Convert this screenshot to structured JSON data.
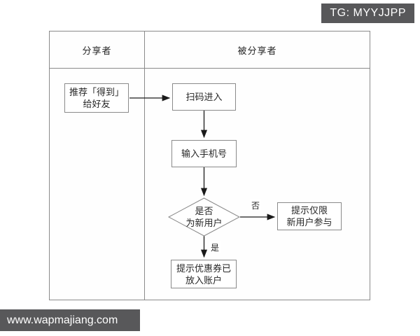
{
  "watermarks": {
    "top": "TG: MYYJJPP",
    "bottom": "www.wapmajiang.com"
  },
  "diagram": {
    "lanes": [
      {
        "label": "分享者"
      },
      {
        "label": "被分享者"
      }
    ],
    "nodes": {
      "share": {
        "type": "process",
        "label": "推荐「得到」\n给好友"
      },
      "scan": {
        "type": "process",
        "label": "扫码进入"
      },
      "phone": {
        "type": "process",
        "label": "输入手机号"
      },
      "decision": {
        "type": "decision",
        "label": "是否\n为新用户"
      },
      "limit": {
        "type": "process",
        "label": "提示仅限\n新用户参与"
      },
      "coupon": {
        "type": "process",
        "label": "提示优惠券已\n放入账户"
      }
    },
    "edges": [
      {
        "from": "share",
        "to": "scan",
        "label": ""
      },
      {
        "from": "scan",
        "to": "phone",
        "label": ""
      },
      {
        "from": "phone",
        "to": "decision",
        "label": ""
      },
      {
        "from": "decision",
        "to": "limit",
        "label": "否"
      },
      {
        "from": "decision",
        "to": "coupon",
        "label": "是"
      }
    ],
    "colors": {
      "border": "#8a8a8a",
      "arrow": "#1a1a1a",
      "text": "#262626",
      "watermark_bg": "#58585a",
      "watermark_text": "#ffffff",
      "background": "#ffffff"
    }
  }
}
